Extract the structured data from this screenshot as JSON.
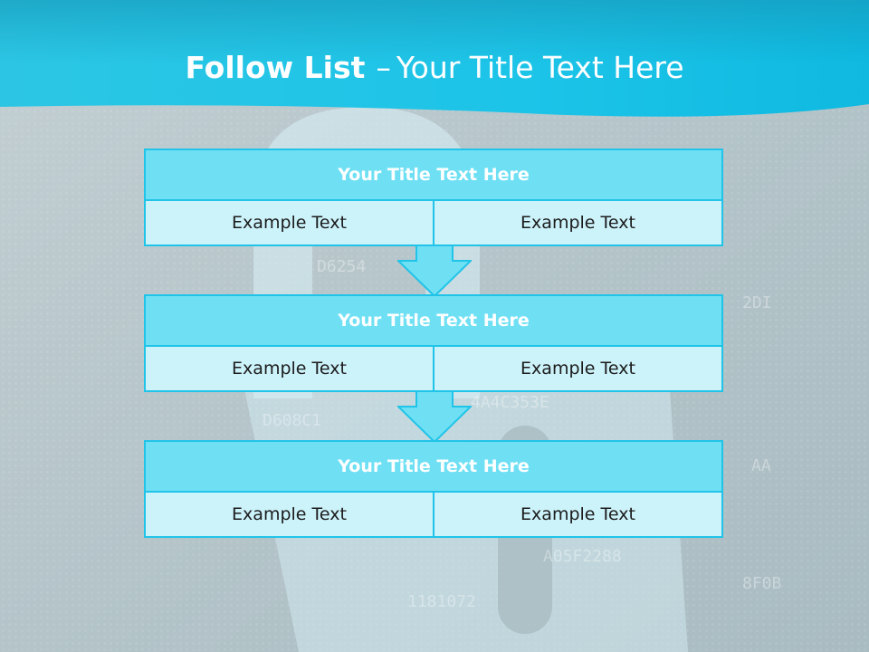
{
  "slide": {
    "title_bold": "Follow List",
    "title_sep": "–",
    "title_rest": "Your Title Text Here"
  },
  "steps": [
    {
      "title": "Your Title Text Here",
      "left": "Example Text",
      "right": "Example Text"
    },
    {
      "title": "Your Title Text Here",
      "left": "Example Text",
      "right": "Example Text"
    },
    {
      "title": "Your Title Text Here",
      "left": "Example Text",
      "right": "Example Text"
    }
  ],
  "colors": {
    "header_band": "#14c3e6",
    "block_border": "#20c4e8",
    "block_title_fill": "#6fe0f4",
    "cell_fill": "#ccf2fa",
    "background": "#b9c7cc"
  }
}
